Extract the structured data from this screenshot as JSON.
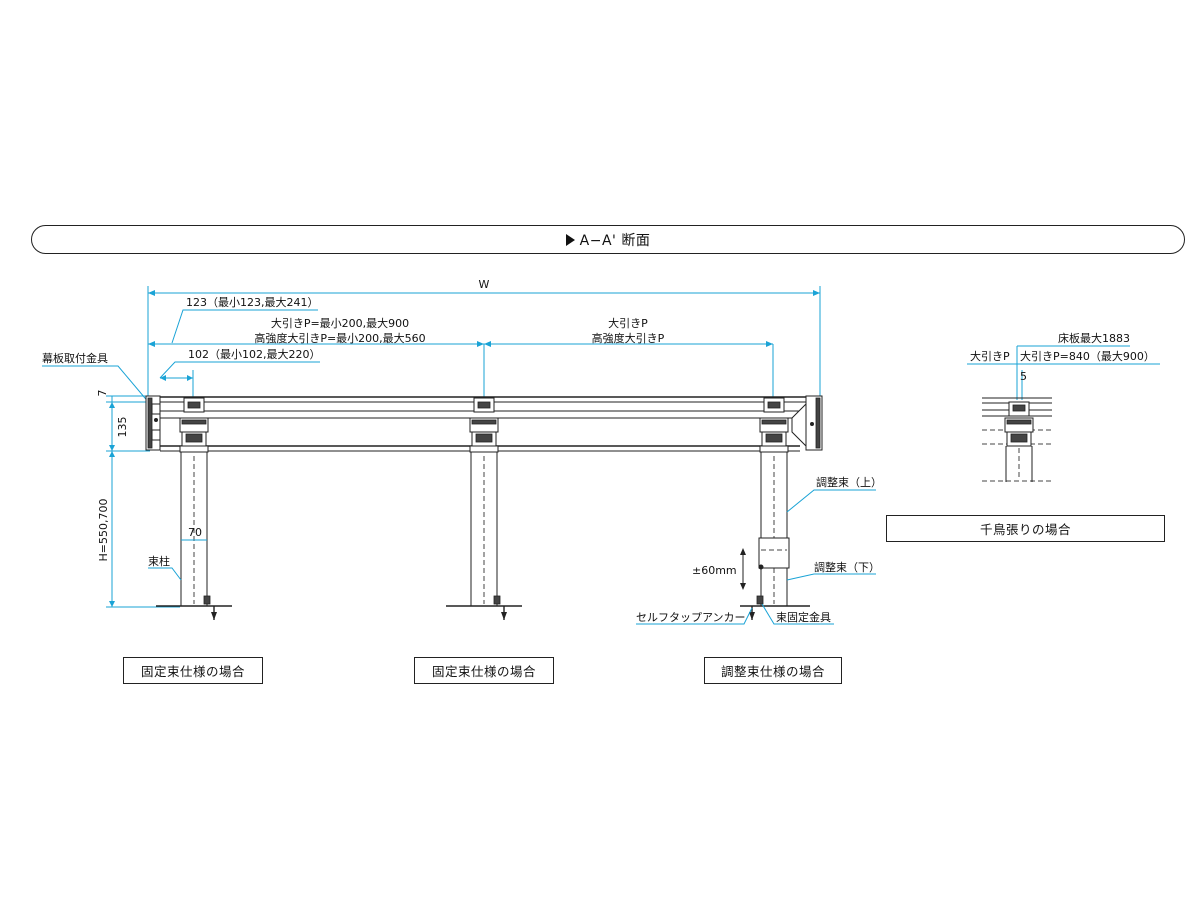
{
  "header": {
    "title": "A−A' 断面"
  },
  "dimensions": {
    "w": "W",
    "d123": "123（最小123,最大241）",
    "pmain_1": "大引きP=最小200,最大900",
    "pmain_2": "高強度大引きP=最小200,最大560",
    "p_1": "大引きP",
    "p_2": "高強度大引きP",
    "d102": "102（最小102,最大220）",
    "d7": "7",
    "d135": "135",
    "h": "H=550,700",
    "d70": "70",
    "adj_range": "±60mm"
  },
  "labels": {
    "fascia_bracket": "幕板取付金具",
    "post": "束柱",
    "adj_upper": "調整束（上）",
    "adj_lower": "調整束（下）",
    "anchor": "セルフタップアンカー",
    "post_bracket": "束固定金具"
  },
  "captions": {
    "fixed_1": "固定束仕様の場合",
    "fixed_2": "固定束仕様の場合",
    "adjust": "調整束仕様の場合",
    "staggered": "千鳥張りの場合"
  },
  "detail": {
    "floor_max": "床板最大1883",
    "p_left": "大引きP",
    "p_right": "大引きP=840（最大900）",
    "gap": "5"
  }
}
